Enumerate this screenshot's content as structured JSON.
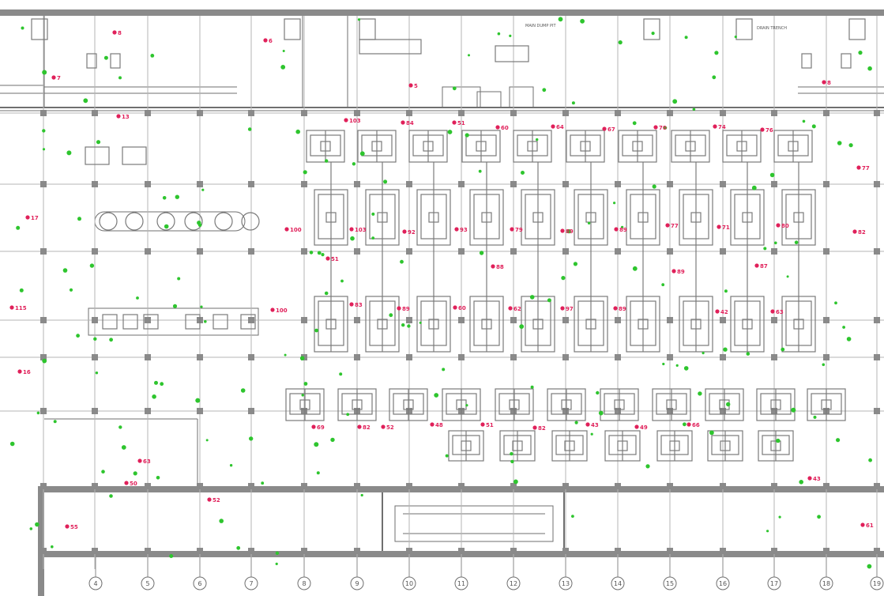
{
  "colors": {
    "background": "#ffffff",
    "linework": "#6f6f6f",
    "column": "#8a8a8a",
    "equipment": "#7a7a7a",
    "marker_red": "#e0205a",
    "marker_green": "#2ec52e"
  },
  "annotations": {
    "pump_pit": "MAIN DUMP PIT",
    "drain_trench": "DRAIN TRENCH"
  },
  "grid_labels": [
    "4",
    "5",
    "6",
    "7",
    "8",
    "9",
    "10",
    "11",
    "12",
    "13",
    "14",
    "15",
    "16",
    "17",
    "18",
    "19"
  ],
  "red_markers": [
    "8",
    "6",
    "7",
    "5",
    "8",
    "13",
    "103",
    "84",
    "51",
    "60",
    "64",
    "67",
    "70",
    "74",
    "76",
    "77",
    "17",
    "100",
    "103",
    "92",
    "93",
    "79",
    "89",
    "89",
    "77",
    "71",
    "80",
    "100",
    "51",
    "82",
    "115",
    "16",
    "89",
    "88",
    "87",
    "83",
    "89",
    "60",
    "62",
    "97",
    "89",
    "42",
    "63",
    "69",
    "82",
    "52",
    "48",
    "51",
    "82",
    "43",
    "49",
    "66",
    "63",
    "50",
    "52",
    "43",
    "61",
    "55"
  ]
}
